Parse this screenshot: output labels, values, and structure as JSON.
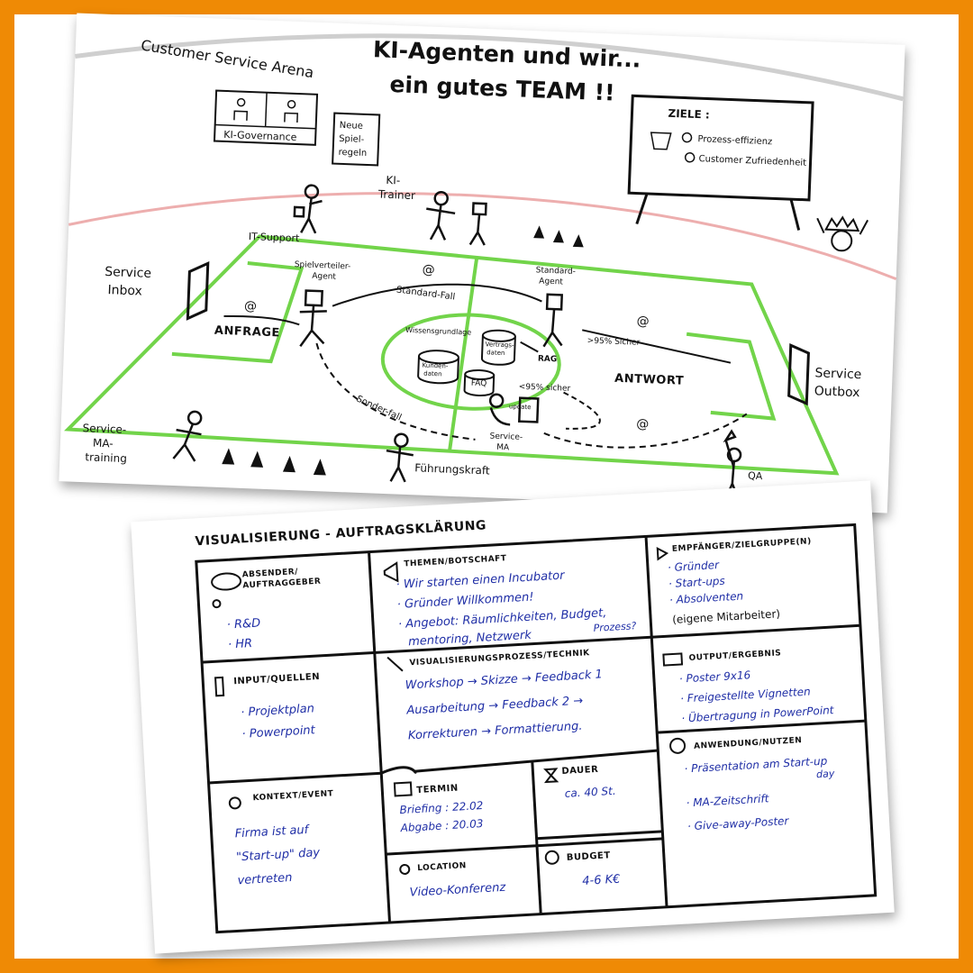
{
  "arena": {
    "title_left": "Customer Service Arena",
    "title_line1": "KI-Agenten und wir...",
    "title_line2": "ein gutes TEAM !!",
    "governance": "KI-Governance",
    "new_rules": [
      "Neue",
      "Spiel-",
      "regeln"
    ],
    "goals_title": "ZIELE :",
    "goals": [
      "Prozess-effizienz",
      "Customer Zufriedenheit"
    ],
    "ki_trainer": [
      "KI-",
      "Trainer"
    ],
    "it_support": "IT-Support",
    "playmaker_agent": [
      "Spielverteiler-",
      "Agent"
    ],
    "standard_agent": [
      "Standard-",
      "Agent"
    ],
    "service_inbox": [
      "Service",
      "Inbox"
    ],
    "service_outbox": [
      "Service",
      "Outbox"
    ],
    "request": "ANFRAGE",
    "answer": "ANTWORT",
    "standard_case": "Standard-Fall",
    "special_case": "Sonder-fall",
    "knowledge_base": "Wissensgrundlage",
    "customer_data": [
      "Kunden-",
      "daten"
    ],
    "contract_data": [
      "Vertrags-",
      "daten"
    ],
    "faq": "FAQ",
    "rag": "RAG",
    "confidence_low": "<95% sicher",
    "confidence_high": ">95% Sicher",
    "update": "update",
    "service_ma": [
      "Service-",
      "MA"
    ],
    "training": [
      "Service-",
      "MA-",
      "training"
    ],
    "leadership": "Führungskraft",
    "qa": "QA",
    "at": "@"
  },
  "canvas": {
    "title": "VISUALISIERUNG - AUFTRAGSKLÄRUNG",
    "sender": {
      "label": [
        "ABSENDER/",
        "AUFTRAGGEBER"
      ],
      "items": [
        "· R&D",
        "· HR"
      ]
    },
    "topics": {
      "label": "THEMEN/BOTSCHAFT",
      "items": [
        "· Wir starten einen Incubator",
        "· Gründer Willkommen!",
        "· Angebot: Räumlichkeiten, Budget,",
        "mentoring, Netzwerk",
        "Prozess?"
      ]
    },
    "audience": {
      "label": "EMPFÄNGER/ZIELGRUPPE(N)",
      "items": [
        "· Gründer",
        "· Start-ups",
        "· Absolventen",
        "(eigene Mitarbeiter)"
      ]
    },
    "input": {
      "label": "INPUT/QUELLEN",
      "items": [
        "· Projektplan",
        "· Powerpoint"
      ]
    },
    "process": {
      "label": "VISUALISIERUNGSPROZESS/TECHNIK",
      "items": [
        "Workshop → Skizze → Feedback 1",
        "Ausarbeitung → Feedback 2 →",
        "Korrekturen → Formattierung."
      ]
    },
    "output": {
      "label": "OUTPUT/ERGEBNIS",
      "items": [
        "· Poster 9x16",
        "· Freigestellte Vignetten",
        "· Übertragung in PowerPoint"
      ]
    },
    "context": {
      "label": "KONTEXT/EVENT",
      "items": [
        "Firma ist auf",
        "\"Start-up\" day",
        "vertreten"
      ]
    },
    "date": {
      "label": "TERMIN",
      "items": [
        "Briefing : 22.02",
        "Abgabe : 20.03"
      ]
    },
    "duration": {
      "label": "DAUER",
      "value": "ca. 40 St."
    },
    "location": {
      "label": "LOCATION",
      "value": "Video-Konferenz"
    },
    "budget": {
      "label": "BUDGET",
      "value": "4-6 K€"
    },
    "usage": {
      "label": "ANWENDUNG/NUTZEN",
      "items": [
        "· Präsentation am Start-up",
        "day",
        "· MA-Zeitschrift",
        "· Give-away-Poster"
      ]
    }
  },
  "colors": {
    "frame": "#ef8a05",
    "field_green": "#72d44a",
    "ink_blue": "#1f2ea6",
    "red_line": "#e89a9a"
  }
}
